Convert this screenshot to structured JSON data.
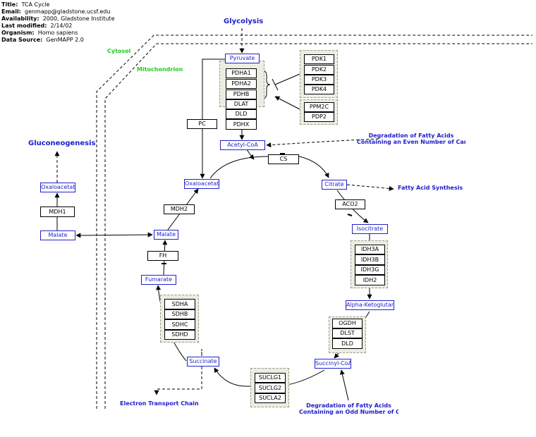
{
  "header": {
    "title_label": "Title:",
    "title": "TCA Cycle",
    "email_label": "Email:",
    "email": "genmapp@gladstone.ucsf.edu",
    "availability_label": "Availability:",
    "availability": "2000, Gladstone Institute",
    "modified_label": "Last modified:",
    "modified": "2/14/02",
    "organism_label": "Organism:",
    "organism": "Homo sapiens",
    "source_label": "Data Source:",
    "source": "GenMAPP 2.0"
  },
  "compartments": {
    "cytosol": "Cytosol",
    "mitochondrion": "Mitochondrion"
  },
  "pathways": {
    "glycolysis": "Glycolysis",
    "gluconeogenesis": "Gluconeogenesis",
    "fatty_even_1": "Degradation of Fatty Acids",
    "fatty_even_2": "Containing an Even Number of Carbons",
    "fatty_synthesis": "Fatty Acid Synthesis",
    "fatty_odd_1": "Degradation of Fatty Acids",
    "fatty_odd_2": "Containing an Odd Number of Carbons",
    "etc": "Electron Transport Chain"
  },
  "metabolites": {
    "pyruvate": "Pyruvate",
    "acetyl_coa": "Acetyl-CoA",
    "citrate": "Citrate",
    "isocitrate": "Isocitrate",
    "akg": "Alpha-Ketoglutarate",
    "succinyl_coa": "Succinyl-CoA",
    "succinate": "Succinate",
    "fumarate": "Fumarate",
    "malate": "Malate",
    "oxaloacetate": "Oxaloacetate",
    "malate_cyto": "Malate",
    "oxaloacetate_cyto": "Oxaloacetate"
  },
  "genes": {
    "pdh": [
      "PDHA1",
      "PDHA2",
      "PDHB",
      "DLAT",
      "DLD",
      "PDHX"
    ],
    "pdk": [
      "PDK1",
      "PDK2",
      "PDK3",
      "PDK4"
    ],
    "pdp": [
      "PPM2C",
      "PDP2"
    ],
    "pc": "PC",
    "cs": "CS",
    "aco2": "ACO2",
    "idh": [
      "IDH3A",
      "IDH3B",
      "IDH3G",
      "IDH2"
    ],
    "ogdh": [
      "OGDH",
      "DLST",
      "DLD"
    ],
    "sucl": [
      "SUCLG1",
      "SUCLG2",
      "SUCLA2"
    ],
    "sdh": [
      "SDHA",
      "SDHB",
      "SDHC",
      "SDHD"
    ],
    "fh": "FH",
    "mdh2": "MDH2",
    "mdh1": "MDH1"
  },
  "colors": {
    "metabolite": "#2222cc",
    "gene": "#000000",
    "compartment_label": "#22cc22",
    "pathway_label": "#1d1dcc",
    "group_fill": "#ecece2",
    "group_border": "#9a9a8a"
  }
}
